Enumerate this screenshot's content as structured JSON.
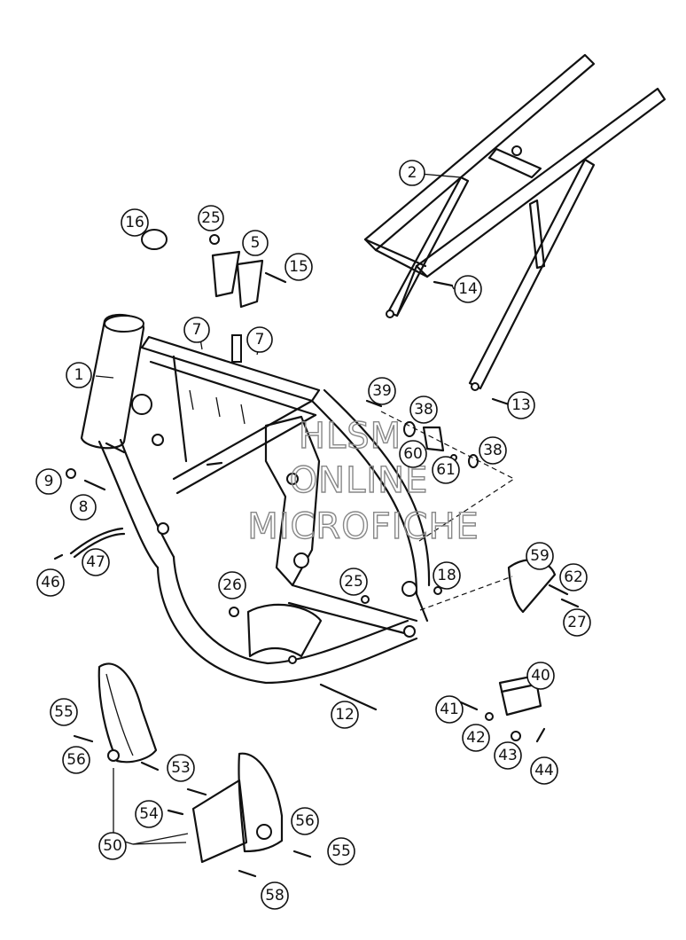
{
  "diagram": {
    "watermark": [
      "HLSM",
      "ONLINE",
      "MICROFICHE"
    ],
    "callouts": [
      {
        "id": "c1",
        "label": "1"
      },
      {
        "id": "c2",
        "label": "2"
      },
      {
        "id": "c5",
        "label": "5"
      },
      {
        "id": "c7a",
        "label": "7"
      },
      {
        "id": "c7b",
        "label": "7"
      },
      {
        "id": "c8",
        "label": "8"
      },
      {
        "id": "c9",
        "label": "9"
      },
      {
        "id": "c12",
        "label": "12"
      },
      {
        "id": "c13",
        "label": "13"
      },
      {
        "id": "c14",
        "label": "14"
      },
      {
        "id": "c15",
        "label": "15"
      },
      {
        "id": "c16",
        "label": "16"
      },
      {
        "id": "c18",
        "label": "18"
      },
      {
        "id": "c25a",
        "label": "25"
      },
      {
        "id": "c25b",
        "label": "25"
      },
      {
        "id": "c26",
        "label": "26"
      },
      {
        "id": "c27",
        "label": "27"
      },
      {
        "id": "c38a",
        "label": "38"
      },
      {
        "id": "c38b",
        "label": "38"
      },
      {
        "id": "c39",
        "label": "39"
      },
      {
        "id": "c40",
        "label": "40"
      },
      {
        "id": "c41",
        "label": "41"
      },
      {
        "id": "c42",
        "label": "42"
      },
      {
        "id": "c43",
        "label": "43"
      },
      {
        "id": "c44",
        "label": "44"
      },
      {
        "id": "c46",
        "label": "46"
      },
      {
        "id": "c47",
        "label": "47"
      },
      {
        "id": "c50",
        "label": "50"
      },
      {
        "id": "c53",
        "label": "53"
      },
      {
        "id": "c54",
        "label": "54"
      },
      {
        "id": "c55a",
        "label": "55"
      },
      {
        "id": "c55b",
        "label": "55"
      },
      {
        "id": "c56a",
        "label": "56"
      },
      {
        "id": "c56b",
        "label": "56"
      },
      {
        "id": "c58",
        "label": "58"
      },
      {
        "id": "c59",
        "label": "59"
      },
      {
        "id": "c60",
        "label": "60"
      },
      {
        "id": "c61",
        "label": "61"
      },
      {
        "id": "c62",
        "label": "62"
      }
    ]
  }
}
